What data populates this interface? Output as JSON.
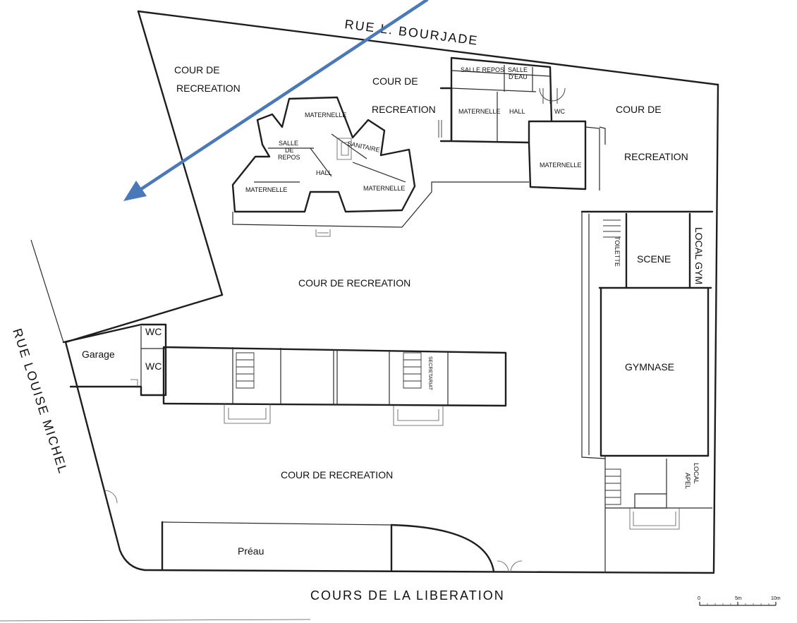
{
  "streets": {
    "north": "RUE L. BOURJADE",
    "west": "RUE LOUISE MICHEL",
    "south": "COURS DE LA LIBERATION"
  },
  "areas": {
    "cour_nw_1": "COUR DE",
    "cour_nw_2": "RECREATION",
    "cour_top_1": "COUR DE",
    "cour_top_2": "RECREATION",
    "cour_ne_1": "COUR DE",
    "cour_ne_2": "RECREATION",
    "cour_center": "COUR DE RECREATION",
    "cour_south": "COUR DE RECREATION",
    "preau": "Préau",
    "garage": "Garage",
    "wc_1": "WC",
    "wc_2": "WC"
  },
  "rooms": {
    "maternelle_top": "MATERNELLE",
    "salle_de_repos_1": "SALLE",
    "salle_de_repos_2": "DE",
    "salle_de_repos_3": "REPOS",
    "sanitaire": "SANITAIRE",
    "hall_left": "HALL",
    "maternelle_left": "MATERNELLE",
    "maternelle_right": "MATERNELLE",
    "salle_repos_ne": "SALLE REPOS",
    "salle_deau_1": "SALLE",
    "salle_deau_2": "D'EAU",
    "maternelle_ne": "MATERNELLE",
    "hall_ne": "HALL",
    "wc_ne": "WC",
    "maternelle_ne_lower": "MATERNELLE",
    "toilette": "TOILETTE",
    "scene": "SCENE",
    "local_gym": "LOCAL GYM",
    "gymnase": "GYMNASE",
    "local_apel_1": "LOCAL",
    "local_apel_2": "APEL",
    "secretariat": "SECRETARIAT"
  },
  "scale_bar": {
    "ticks": [
      "0",
      "5m",
      "10m"
    ]
  },
  "annotation": {
    "arrow_color": "#4a78b8"
  }
}
